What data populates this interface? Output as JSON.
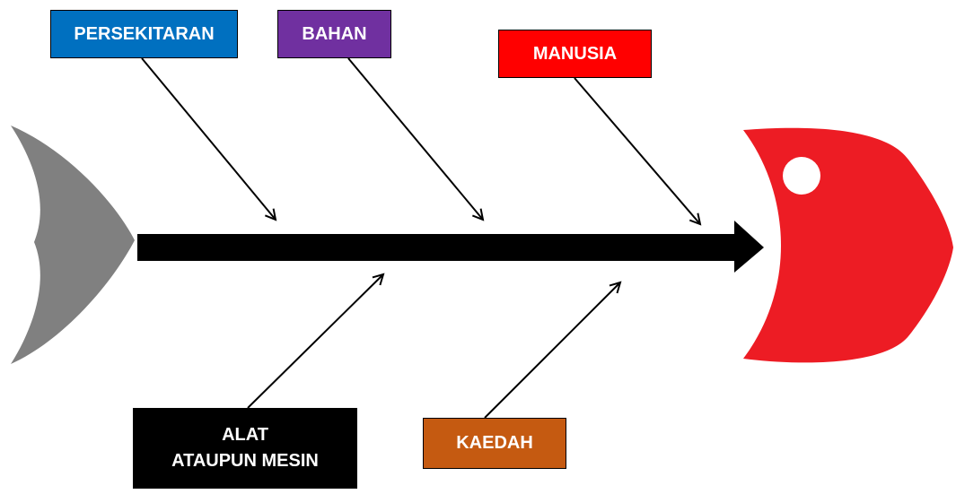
{
  "diagram": {
    "causes": {
      "persekitaran": {
        "label": "PERSEKITARAN",
        "color": "#0070C0"
      },
      "bahan": {
        "label": "BAHAN",
        "color": "#7030A0"
      },
      "manusia": {
        "label": "MANUSIA",
        "color": "#FF0000"
      },
      "alat": {
        "line1": "ALAT",
        "line2": "ATAUPUN MESIN",
        "color": "#000000"
      },
      "kaedah": {
        "label": "KAEDAH",
        "color": "#C55A11"
      }
    },
    "colors": {
      "head": "#ED1C24",
      "eye": "#FFFFFF",
      "tail": "#808080",
      "spine": "#000000"
    }
  }
}
